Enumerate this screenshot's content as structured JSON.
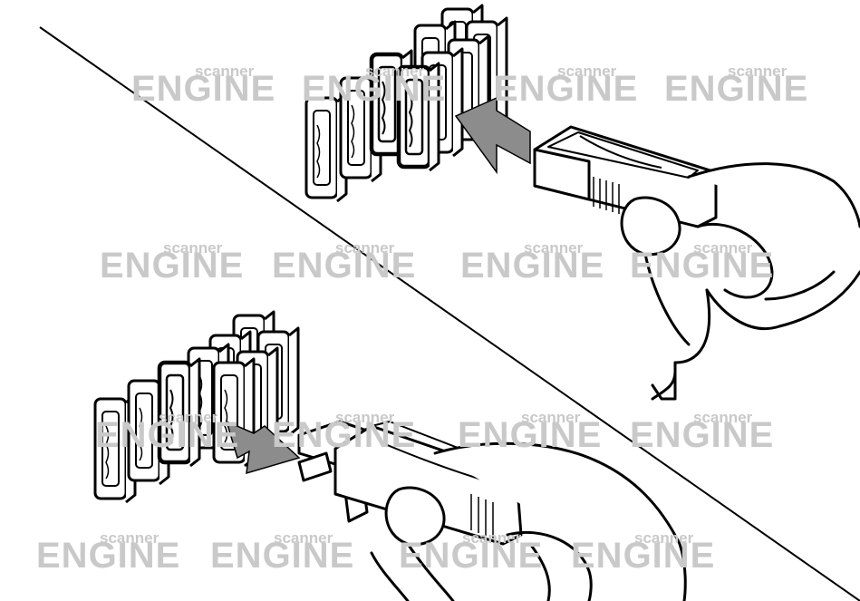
{
  "watermark": {
    "main": "ENGINE",
    "sub": "scanner",
    "color": "#c9c9c9"
  },
  "illustration": {
    "upper_panel": "insert-fuse-puller",
    "lower_panel": "extract-fuse",
    "arrow_color": "#8c8c8c"
  }
}
